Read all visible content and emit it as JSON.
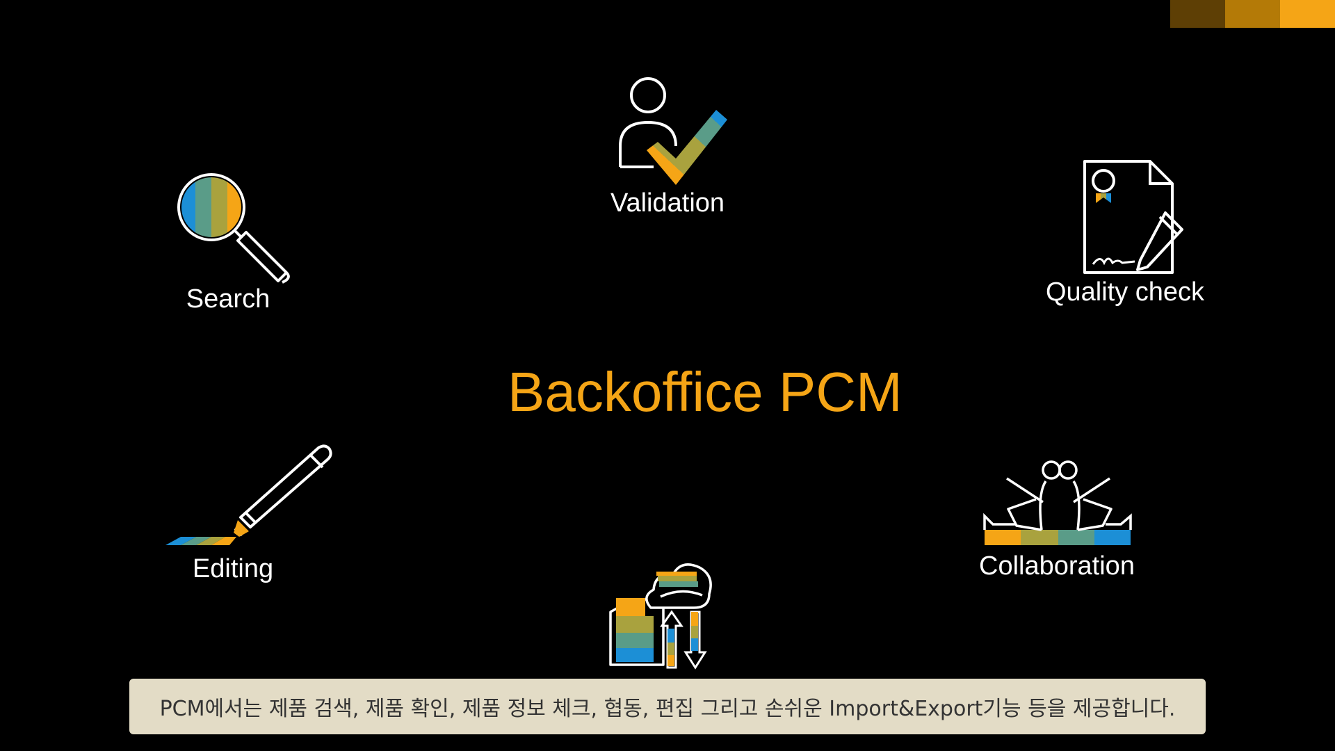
{
  "colors": {
    "background": "#000000",
    "accent": "#F5A516",
    "blue": "#1C8FD6",
    "olive": "#A9A23E",
    "teal": "#5A9C88",
    "bar_dark": "#5E3F05",
    "bar_mid": "#B47A07",
    "bar_light": "#F5A516",
    "caption_bg": "#E3DCC6",
    "caption_text": "#333333"
  },
  "title": "Backoffice PCM",
  "features": {
    "validation": {
      "label": "Validation",
      "icon": "person-checkmark-icon"
    },
    "search": {
      "label": "Search",
      "icon": "magnifier-icon"
    },
    "quality_check": {
      "label": "Quality check",
      "icon": "signed-certificate-icon"
    },
    "editing": {
      "label": "Editing",
      "icon": "pen-icon"
    },
    "collaboration": {
      "label": "Collaboration",
      "icon": "people-back-to-back-icon"
    },
    "import_export": {
      "label": "",
      "icon": "cloud-file-transfer-icon"
    }
  },
  "caption": "PCM에서는 제품 검색, 제품 확인, 제품 정보 체크, 협동, 편집 그리고 손쉬운 Import&Export기능 등을 제공합니다."
}
